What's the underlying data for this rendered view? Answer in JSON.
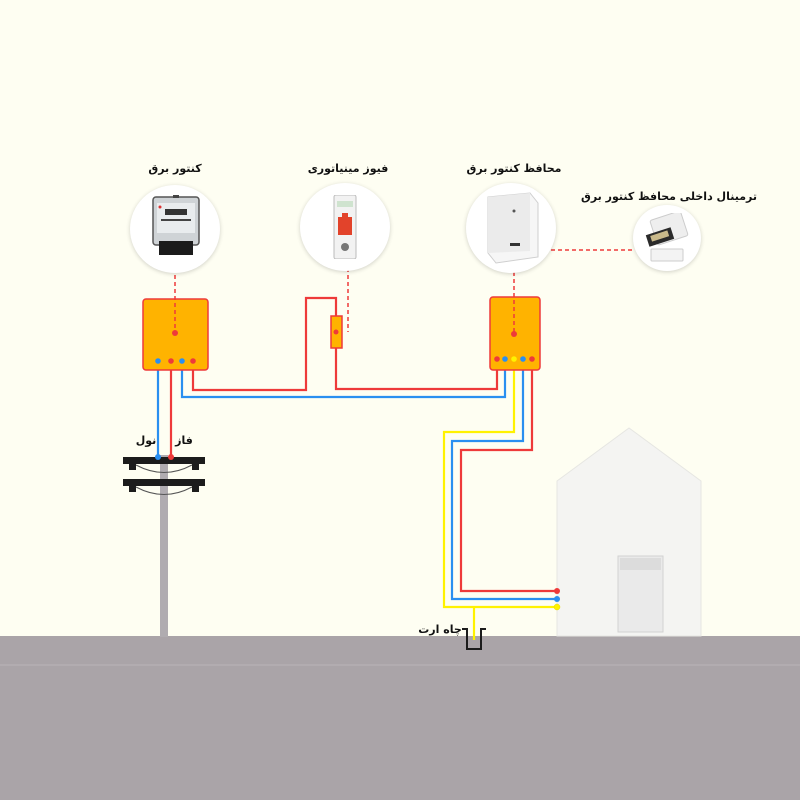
{
  "labels": {
    "meter": "کنتور برق",
    "mcb": "فیوز مینیاتوری",
    "protector": "محافظ کنتور برق",
    "terminal": "ترمینال داخلی محافظ کنتور برق",
    "neutral": "نول",
    "phase": "فاز",
    "earth_well": "چاه ارت"
  },
  "icons": {
    "meter": "electricity-meter-icon",
    "mcb": "miniature-circuit-breaker-icon",
    "protector": "meter-protector-icon",
    "terminal": "protector-terminal-icon"
  },
  "colors": {
    "background": "#fefef2",
    "ground": "#aaa4a8",
    "ground_line": "#bab4b8",
    "box_fill": "#ffb300",
    "box_stroke": "#ee3a3a",
    "phase_wire": "#ee3a3a",
    "neutral_wire": "#2a8ff0",
    "earth_wire": "#fff200",
    "pole": "#b0acb0",
    "crossarm": "#1c1c1c",
    "house": "#f4f4f2"
  },
  "wire_legend": [
    {
      "name": "phase",
      "color": "#ee3a3a"
    },
    {
      "name": "neutral",
      "color": "#2a8ff0"
    },
    {
      "name": "earth",
      "color": "#fff200"
    }
  ]
}
